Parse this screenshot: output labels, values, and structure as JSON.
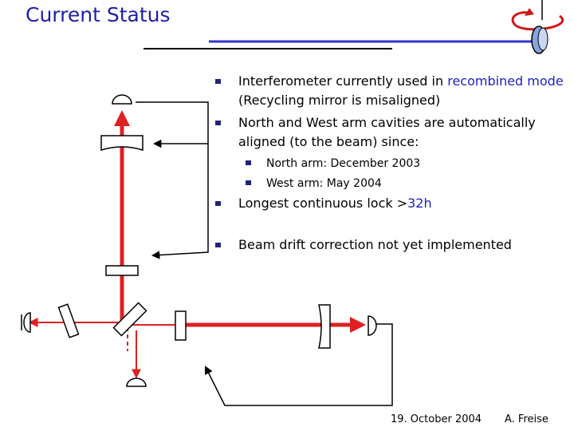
{
  "title": "Current Status",
  "bullets": [
    {
      "parts": [
        {
          "text": "Interferometer currently used in ",
          "hl": false
        },
        {
          "text": "recombined mode",
          "hl": true
        },
        {
          "text": " (Recycling mirror is misaligned)",
          "hl": false
        }
      ]
    },
    {
      "parts": [
        {
          "text": "North and West arm cavities are automatically aligned (to the beam) since:",
          "hl": false
        }
      ]
    },
    {
      "sub": true,
      "parts": [
        {
          "text": "North arm: December 2003",
          "hl": false
        }
      ]
    },
    {
      "sub": true,
      "parts": [
        {
          "text": "West arm: May 2004",
          "hl": false
        }
      ]
    },
    {
      "parts": [
        {
          "text": "Longest continuous lock >",
          "hl": false
        },
        {
          "text": "32h",
          "hl": true
        }
      ]
    },
    {
      "parts": [
        {
          "text": "Beam drift correction not yet implemented",
          "hl": false
        }
      ]
    }
  ],
  "footer": {
    "date": "19. October 2004",
    "author": "A. Freise"
  },
  "colors": {
    "title": "#1f1fa8",
    "highlight": "#2020c0",
    "beam": "#e02020",
    "bullet": "#22227a",
    "rule": "#3333cc"
  }
}
